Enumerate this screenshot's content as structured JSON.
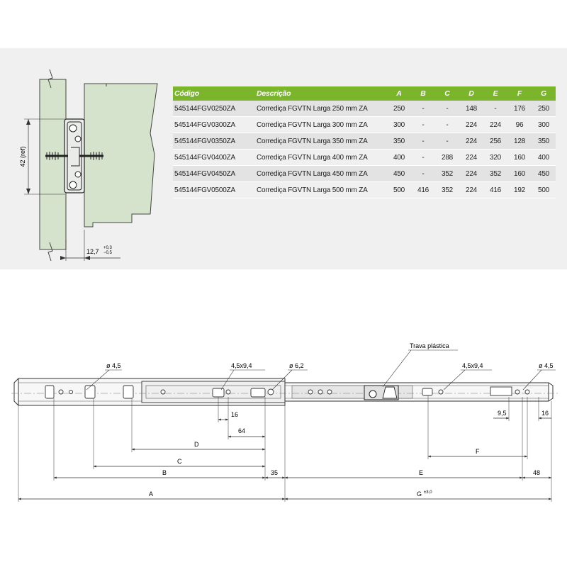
{
  "section_view": {
    "height_label": "42 (ref)",
    "depth_value": "12,7",
    "depth_tol_plus": "+0,3",
    "depth_tol_minus": "−0,5"
  },
  "table": {
    "headers": [
      "Código",
      "Descrição",
      "A",
      "B",
      "C",
      "D",
      "E",
      "F",
      "G"
    ],
    "rows": [
      [
        "545144FGV0250ZA",
        "Corrediça FGVTN Larga 250 mm ZA",
        "250",
        "-",
        "-",
        "148",
        "-",
        "176",
        "250"
      ],
      [
        "545144FGV0300ZA",
        "Corrediça FGVTN Larga 300 mm ZA",
        "300",
        "-",
        "-",
        "224",
        "224",
        "96",
        "300"
      ],
      [
        "545144FGV0350ZA",
        "Corrediça FGVTN Larga 350 mm ZA",
        "350",
        "-",
        "-",
        "224",
        "256",
        "128",
        "350"
      ],
      [
        "545144FGV0400ZA",
        "Corrediça FGVTN Larga 400 mm ZA",
        "400",
        "-",
        "288",
        "224",
        "320",
        "160",
        "400"
      ],
      [
        "545144FGV0450ZA",
        "Corrediça FGVTN Larga 450 mm ZA",
        "450",
        "-",
        "352",
        "224",
        "352",
        "160",
        "450"
      ],
      [
        "545144FGV0500ZA",
        "Corrediça FGVTN Larga 500 mm ZA",
        "500",
        "416",
        "352",
        "224",
        "416",
        "192",
        "500"
      ]
    ]
  },
  "drawing": {
    "callout_trava": "Trava plástica",
    "hole_d45_left": "ø 4,5",
    "slot_left": "4,5x9,4",
    "hole_d62": "ø 6,2",
    "slot_right": "4,5x9,4",
    "hole_d45_right": "ø 4,5",
    "dim_16_left": "16",
    "dim_64": "64",
    "dim_D": "D",
    "dim_C": "C",
    "dim_B": "B",
    "dim_35": "35",
    "dim_A": "A",
    "dim_95": "9,5",
    "dim_16_right": "16",
    "dim_F": "F",
    "dim_E": "E",
    "dim_48": "48",
    "dim_G": "G",
    "dim_G_tol": "±3,0"
  },
  "colors": {
    "accent": "#7ab52b",
    "panel": "#d6e3cc",
    "line": "#333333"
  }
}
